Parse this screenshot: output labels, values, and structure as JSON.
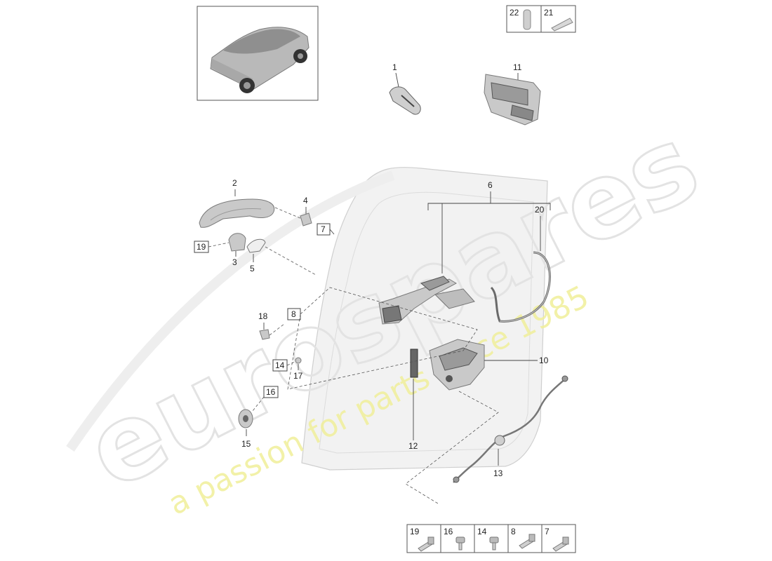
{
  "watermark": {
    "brand": "eurospares",
    "tagline": "a passion for parts since 1985",
    "brand_color": "#e3e3e3",
    "tagline_color": "#f0ef9a"
  },
  "callouts": {
    "c1": "1",
    "c2": "2",
    "c3": "3",
    "c4": "4",
    "c5": "5",
    "c6": "6",
    "c7": "7",
    "c8": "8",
    "c10": "10",
    "c11": "11",
    "c12": "12",
    "c13": "13",
    "c14": "14",
    "c15": "15",
    "c16": "16",
    "c17": "17",
    "c18": "18",
    "c19": "19",
    "c20": "20"
  },
  "legend_top": {
    "items": [
      "22",
      "21"
    ]
  },
  "legend_bottom": {
    "items": [
      "19",
      "16",
      "14",
      "8",
      "7"
    ]
  },
  "icons": {
    "vehicle": "suv-thumbnail-icon",
    "handle": "door-handle-icon",
    "lock": "door-lock-actuator-icon",
    "cable": "bowden-cable-icon"
  }
}
